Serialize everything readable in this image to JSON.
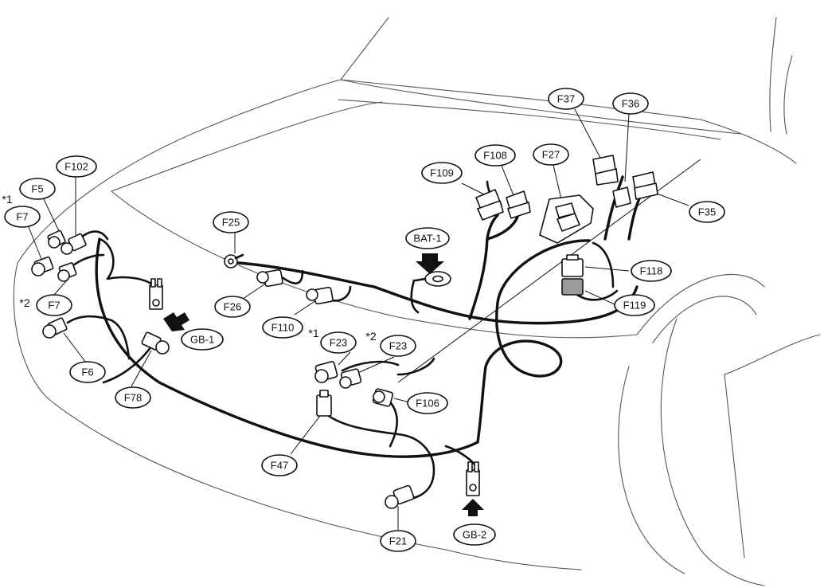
{
  "colors": {
    "line": "#111111",
    "body": "#555555",
    "background": "#ffffff",
    "connector_shaded": "#9a9a9a"
  },
  "labels": {
    "F5": "F5",
    "F7_top": "F7",
    "F7_bottom": "F7",
    "F102": "F102",
    "F6": "F6",
    "F78": "F78",
    "GB1": "GB-1",
    "F25": "F25",
    "F26": "F26",
    "F110": "F110",
    "BAT1": "BAT-1",
    "F109": "F109",
    "F108": "F108",
    "F27": "F27",
    "F37": "F37",
    "F36": "F36",
    "F35": "F35",
    "F118": "F118",
    "F119": "F119",
    "F23_a": "F23",
    "F23_b": "F23",
    "F106": "F106",
    "F47": "F47",
    "F21": "F21",
    "GB2": "GB-2"
  },
  "notes": {
    "n1_left": "*1",
    "n2_left": "*2",
    "n1_mid": "*1",
    "n2_mid": "*2"
  },
  "icons": [
    "ground-arrow-icon",
    "ground-terminal-icon",
    "connector-icon"
  ]
}
